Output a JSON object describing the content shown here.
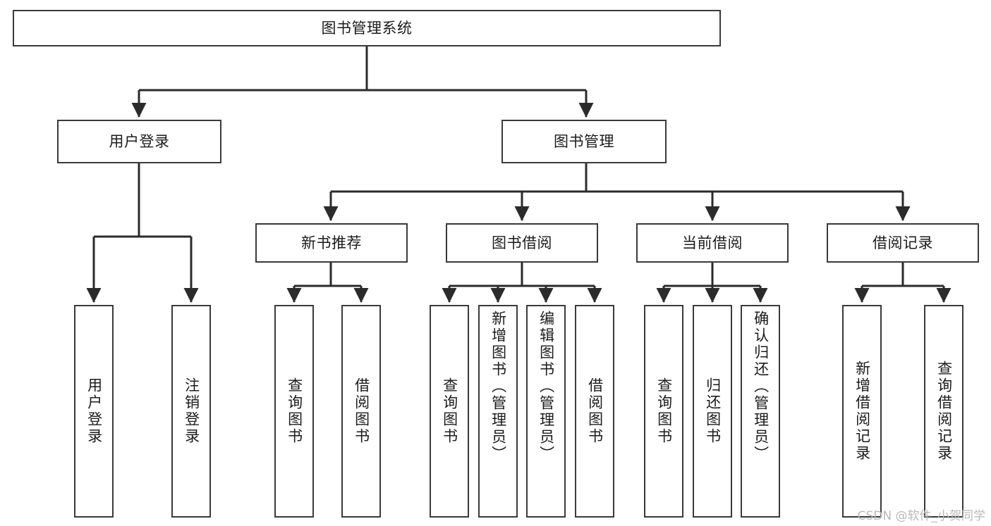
{
  "diagram": {
    "title": "图书管理系统",
    "type": "tree-hierarchy-chart",
    "colors": {
      "background": "#ffffff",
      "border": "#3a3a3a",
      "text": "#1b1b1b",
      "edge": "#2b2b2b",
      "watermark": "#b9b9b9"
    },
    "root": {
      "label": "图书管理系统"
    },
    "level1": [
      {
        "label": "用户登录"
      },
      {
        "label": "图书管理"
      }
    ],
    "level2": [
      {
        "label": "新书推荐"
      },
      {
        "label": "图书借阅"
      },
      {
        "label": "当前借阅"
      },
      {
        "label": "借阅记录"
      }
    ],
    "leaves": {
      "user_login": [
        {
          "label": "用户登录"
        },
        {
          "label": "注销登录"
        }
      ],
      "new_book": [
        {
          "label": "查询图书"
        },
        {
          "label": "借阅图书"
        }
      ],
      "book_borrow": [
        {
          "label": "查询图书"
        },
        {
          "label": "新增图书（管理员）"
        },
        {
          "label": "编辑图书（管理员）"
        },
        {
          "label": "借阅图书"
        }
      ],
      "current_borrow": [
        {
          "label": "查询图书"
        },
        {
          "label": "归还图书"
        },
        {
          "label": "确认归还（管理员）"
        }
      ],
      "borrow_record": [
        {
          "label": "新增借阅记录"
        },
        {
          "label": "查询借阅记录"
        }
      ]
    }
  },
  "watermark": {
    "text": "CSDN @软件_小贺同学"
  }
}
